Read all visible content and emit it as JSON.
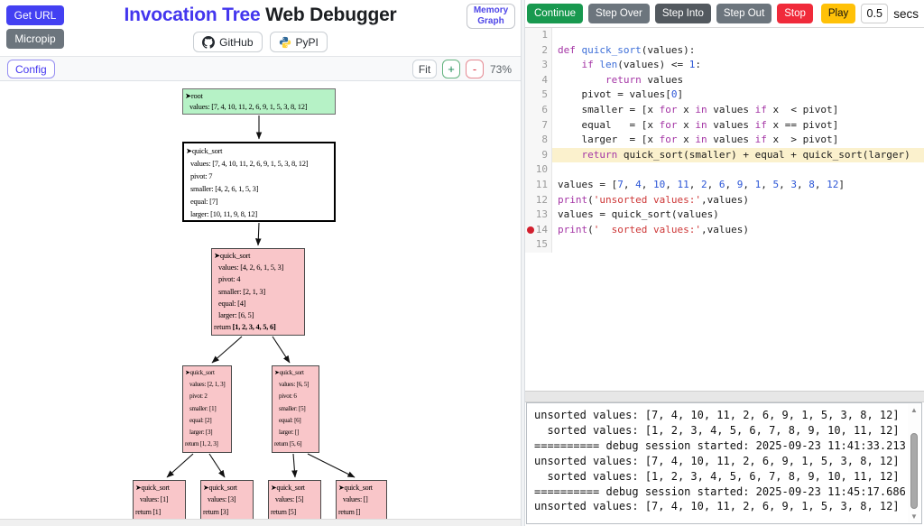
{
  "header": {
    "get_url": "Get URL",
    "micropip": "Micropip",
    "title_accent": "Invocation Tree",
    "title_rest": " Web Debugger",
    "github": "GitHub",
    "pypi": "PyPI",
    "memory_graph": "Memory Graph"
  },
  "toolbar": {
    "config": "Config",
    "fit": "Fit",
    "zoom_in": "+",
    "zoom_out": "-",
    "zoom_level": "73%"
  },
  "controls": {
    "continue": "Continue",
    "step_over": "Step Over",
    "step_into": "Step Into",
    "step_out": "Step Out",
    "stop": "Stop",
    "play": "Play",
    "delay_value": "0.5",
    "delay_unit": "secs"
  },
  "editor": {
    "highlight_line": 9,
    "breakpoint_line": 14,
    "lines": [
      {
        "n": 1,
        "tokens": []
      },
      {
        "n": 2,
        "tokens": [
          [
            "k",
            "def "
          ],
          [
            "f",
            "quick_sort"
          ],
          [
            "p",
            "(values):"
          ]
        ]
      },
      {
        "n": 3,
        "tokens": [
          [
            "p",
            "    "
          ],
          [
            "k",
            "if "
          ],
          [
            "f",
            "len"
          ],
          [
            "p",
            "(values) <= "
          ],
          [
            "n",
            "1"
          ],
          [
            "p",
            ":"
          ]
        ]
      },
      {
        "n": 4,
        "tokens": [
          [
            "p",
            "        "
          ],
          [
            "k",
            "return"
          ],
          [
            "p",
            " values"
          ]
        ]
      },
      {
        "n": 5,
        "tokens": [
          [
            "p",
            "    pivot = values["
          ],
          [
            "n",
            "0"
          ],
          [
            "p",
            "]"
          ]
        ]
      },
      {
        "n": 6,
        "tokens": [
          [
            "p",
            "    smaller = [x "
          ],
          [
            "k",
            "for"
          ],
          [
            "p",
            " x "
          ],
          [
            "k",
            "in"
          ],
          [
            "p",
            " values "
          ],
          [
            "k",
            "if"
          ],
          [
            "p",
            " x  < pivot]"
          ]
        ]
      },
      {
        "n": 7,
        "tokens": [
          [
            "p",
            "    equal   = [x "
          ],
          [
            "k",
            "for"
          ],
          [
            "p",
            " x "
          ],
          [
            "k",
            "in"
          ],
          [
            "p",
            " values "
          ],
          [
            "k",
            "if"
          ],
          [
            "p",
            " x == pivot]"
          ]
        ]
      },
      {
        "n": 8,
        "tokens": [
          [
            "p",
            "    larger  = [x "
          ],
          [
            "k",
            "for"
          ],
          [
            "p",
            " x "
          ],
          [
            "k",
            "in"
          ],
          [
            "p",
            " values "
          ],
          [
            "k",
            "if"
          ],
          [
            "p",
            " x  > pivot]"
          ]
        ]
      },
      {
        "n": 9,
        "tokens": [
          [
            "p",
            "    "
          ],
          [
            "k",
            "return"
          ],
          [
            "p",
            " quick_sort(smaller) + equal + quick_sort(larger)"
          ]
        ]
      },
      {
        "n": 10,
        "tokens": []
      },
      {
        "n": 11,
        "tokens": [
          [
            "p",
            "values = ["
          ],
          [
            "n",
            "7"
          ],
          [
            "p",
            ", "
          ],
          [
            "n",
            "4"
          ],
          [
            "p",
            ", "
          ],
          [
            "n",
            "10"
          ],
          [
            "p",
            ", "
          ],
          [
            "n",
            "11"
          ],
          [
            "p",
            ", "
          ],
          [
            "n",
            "2"
          ],
          [
            "p",
            ", "
          ],
          [
            "n",
            "6"
          ],
          [
            "p",
            ", "
          ],
          [
            "n",
            "9"
          ],
          [
            "p",
            ", "
          ],
          [
            "n",
            "1"
          ],
          [
            "p",
            ", "
          ],
          [
            "n",
            "5"
          ],
          [
            "p",
            ", "
          ],
          [
            "n",
            "3"
          ],
          [
            "p",
            ", "
          ],
          [
            "n",
            "8"
          ],
          [
            "p",
            ", "
          ],
          [
            "n",
            "12"
          ],
          [
            "p",
            "]"
          ]
        ]
      },
      {
        "n": 12,
        "tokens": [
          [
            "k",
            "print"
          ],
          [
            "p",
            "("
          ],
          [
            "s",
            "'unsorted values:'"
          ],
          [
            "p",
            ",values)"
          ]
        ]
      },
      {
        "n": 13,
        "tokens": [
          [
            "p",
            "values = quick_sort(values)"
          ]
        ]
      },
      {
        "n": 14,
        "tokens": [
          [
            "k",
            "print"
          ],
          [
            "p",
            "("
          ],
          [
            "s",
            "'  sorted values:'"
          ],
          [
            "p",
            ",values)"
          ]
        ]
      },
      {
        "n": 15,
        "tokens": []
      }
    ]
  },
  "console": {
    "lines": [
      "unsorted values: [7, 4, 10, 11, 2, 6, 9, 1, 5, 3, 8, 12]",
      "  sorted values: [1, 2, 3, 4, 5, 6, 7, 8, 9, 10, 11, 12]",
      "========== debug session started: 2025-09-23 11:41:33.213",
      "unsorted values: [7, 4, 10, 11, 2, 6, 9, 1, 5, 3, 8, 12]",
      "  sorted values: [1, 2, 3, 4, 5, 6, 7, 8, 9, 10, 11, 12]",
      "========== debug session started: 2025-09-23 11:45:17.686",
      "unsorted values: [7, 4, 10, 11, 2, 6, 9, 1, 5, 3, 8, 12]"
    ]
  },
  "tree": {
    "marker": "➤",
    "nodes": [
      {
        "id": "root",
        "variant": "root",
        "title": "root",
        "rows": [
          {
            "t": "values: [7, 4, 10, 11, 2, 6, 9, 1, 5, 3, 8, 12]",
            "i": 1
          }
        ]
      },
      {
        "id": "qs1",
        "variant": "active",
        "title": "quick_sort",
        "rows": [
          {
            "t": "values: [7, 4, 10, 11, 2, 6, 9, 1, 5, 3, 8, 12]",
            "i": 1
          },
          {
            "t": "pivot: 7",
            "i": 1
          },
          {
            "t": "smaller: [4, 2, 6, 1, 5, 3]",
            "i": 1
          },
          {
            "t": "equal: [7]",
            "i": 1
          },
          {
            "t": "larger: [10, 11, 9, 8, 12]",
            "i": 1
          }
        ]
      },
      {
        "id": "qs2",
        "variant": "done",
        "title": "quick_sort",
        "rows": [
          {
            "t": "values: [4, 2, 6, 1, 5, 3]",
            "i": 1
          },
          {
            "t": "pivot: 4",
            "i": 1
          },
          {
            "t": "smaller: [2, 1, 3]",
            "i": 1
          },
          {
            "t": "equal: [4]",
            "i": 1
          },
          {
            "t": "larger: [6, 5]",
            "i": 1
          },
          {
            "t": "return",
            "v": "[1, 2, 3, 4, 5, 6]",
            "b": 1
          }
        ]
      },
      {
        "id": "qs3L",
        "variant": "done",
        "title": "quick_sort",
        "rows": [
          {
            "t": "values: [2, 1, 3]",
            "i": 1
          },
          {
            "t": "pivot: 2",
            "i": 1
          },
          {
            "t": "smaller: [1]",
            "i": 1
          },
          {
            "t": "equal: [2]",
            "i": 1
          },
          {
            "t": "larger: [3]",
            "i": 1
          },
          {
            "t": "return [1, 2, 3]"
          }
        ]
      },
      {
        "id": "qs3R",
        "variant": "done",
        "title": "quick_sort",
        "rows": [
          {
            "t": "values: [6, 5]",
            "i": 1
          },
          {
            "t": "pivot: 6",
            "i": 1
          },
          {
            "t": "smaller: [5]",
            "i": 1
          },
          {
            "t": "equal: [6]",
            "i": 1
          },
          {
            "t": "larger: []",
            "i": 1
          },
          {
            "t": "return [5, 6]"
          }
        ]
      },
      {
        "id": "leaf1",
        "variant": "done",
        "title": "quick_sort",
        "rows": [
          {
            "t": "values: [1]",
            "i": 1
          },
          {
            "t": "return [1]"
          }
        ]
      },
      {
        "id": "leaf2",
        "variant": "done",
        "title": "quick_sort",
        "rows": [
          {
            "t": "values: [3]",
            "i": 1
          },
          {
            "t": "return [3]"
          }
        ]
      },
      {
        "id": "leaf3",
        "variant": "done",
        "title": "quick_sort",
        "rows": [
          {
            "t": "values: [5]",
            "i": 1
          },
          {
            "t": "return [5]"
          }
        ]
      },
      {
        "id": "leaf4",
        "variant": "done",
        "title": "quick_sort",
        "rows": [
          {
            "t": "values: []",
            "i": 1
          },
          {
            "t": "return []"
          }
        ]
      }
    ]
  }
}
